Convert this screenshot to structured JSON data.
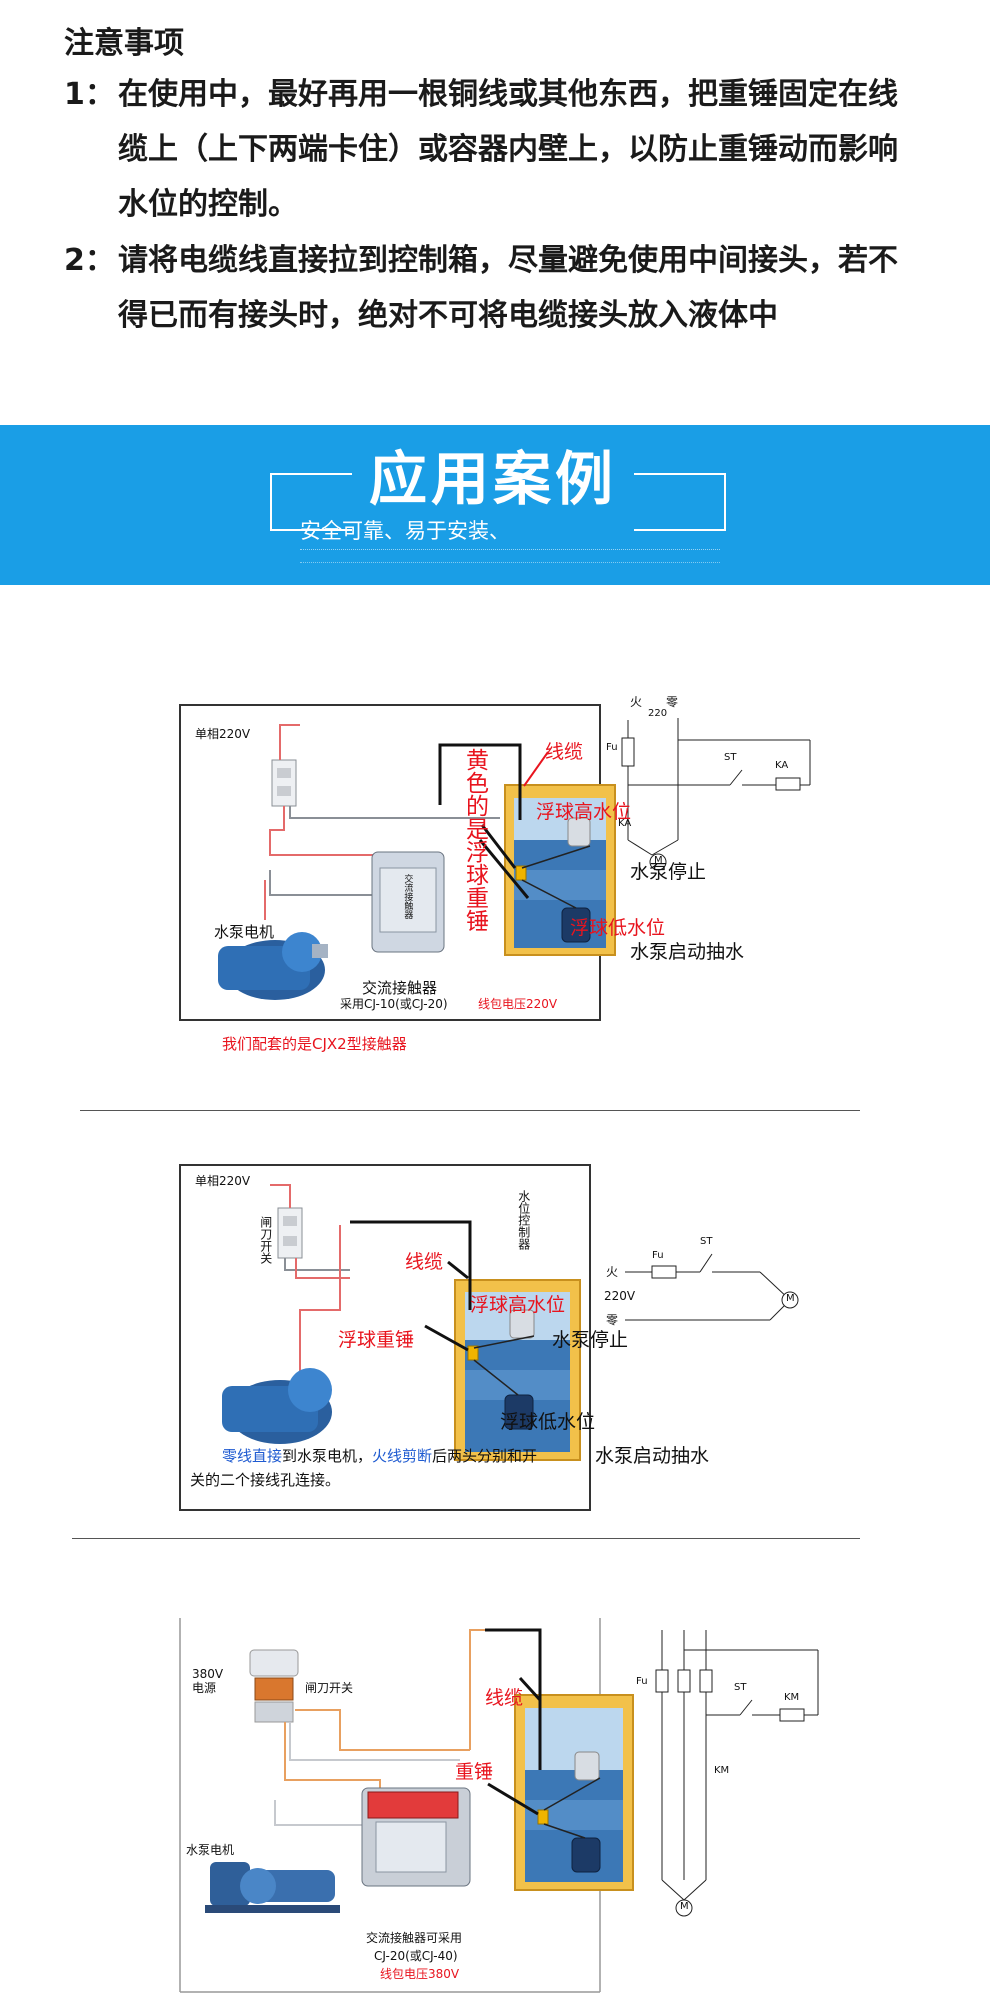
{
  "notes": {
    "title": "注意事项",
    "items": [
      {
        "num": "1：",
        "text": "在使用中，最好再用一根铜线或其他东西，把重锤固定在线缆上（上下两端卡住）或容器内壁上，以防止重锤动而影响水位的控制。"
      },
      {
        "num": "2：",
        "text": "请将电缆线直接拉到控制箱，尽量避免使用中间接头，若不得已而有接头时，绝对不可将电缆接头放入液体中"
      }
    ]
  },
  "banner": {
    "title": "应用案例",
    "subtitle": "安全可靠、易于安装、",
    "color": "#1a9ee6"
  },
  "diagram1": {
    "single_phase": "单相220V",
    "pump_motor": "水泵电机",
    "contactor_face": "交流接触器",
    "contactor_caption": "交流接触器",
    "contactor_model": "采用CJ-10(或CJ-20)",
    "coil_voltage": "线包电压220V",
    "yellow_note": "黄色的是浮球重锤",
    "cable": "线缆",
    "float_high": "浮球高水位",
    "pump_stop": "水泵停止",
    "float_low": "浮球低水位",
    "pump_start": "水泵启动抽水",
    "matching_note": "我们配套的是CJX2型接触器",
    "fire": "火",
    "zero": "零",
    "v220": "220",
    "fu": "Fu",
    "st": "ST",
    "ka": "KA",
    "ka2": "KA",
    "motor": "M"
  },
  "diagram2": {
    "single_phase": "单相220V",
    "knife_switch": "闸刀开关",
    "controller": "水位控制器",
    "cable": "线缆",
    "float_high": "浮球高水位",
    "weight": "浮球重锤",
    "pump_stop": "水泵停止",
    "float_low": "浮球低水位",
    "pump_start": "水泵启动抽水",
    "caption_a": "零线直接",
    "caption_b": "到水泵电机，",
    "caption_c": "火线剪断",
    "caption_d": "后两头分别和开",
    "caption_e": "关的二个接线孔连接。",
    "fire": "火",
    "v220": "220V",
    "zero": "零",
    "fu": "Fu",
    "st": "ST",
    "motor": "M"
  },
  "diagram3": {
    "power": "380V电源",
    "knife_switch": "闸刀开关",
    "pump_motor": "水泵电机",
    "cable": "线缆",
    "weight": "重锤",
    "contactor_caption": "交流接触器可采用",
    "contactor_model": "CJ-20(或CJ-40)",
    "coil_voltage": "线包电压380V",
    "fu": "Fu",
    "st": "ST",
    "km": "KM",
    "km2": "KM",
    "motor": "M"
  }
}
